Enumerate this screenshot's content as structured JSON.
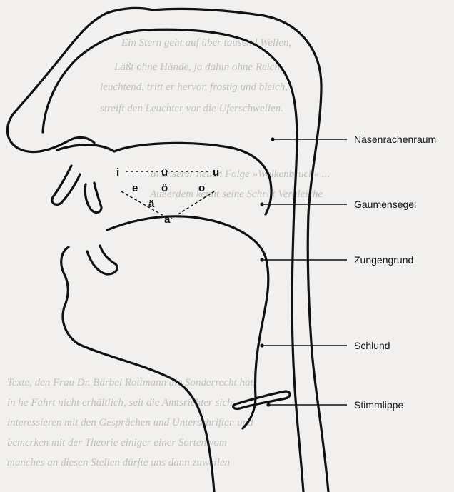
{
  "labels": {
    "nasopharynx": "Nasenrachenraum",
    "soft_palate": "Gaumensegel",
    "tongue_root": "Zungengrund",
    "pharynx": "Schlund",
    "vocal_fold": "Stimmlippe"
  },
  "vowels": {
    "i": "i",
    "e": "e",
    "ae": "ä",
    "a": "a",
    "ue": "ü",
    "oe": "ö",
    "o": "o",
    "u": "u"
  },
  "show_through_text": {
    "line1": "Ein Stern geht auf über tausend Wellen,",
    "line2": "Läßt ohne Hände, ja dahin ohne Reich,",
    "line3": "leuchtend, tritt er hervor, frostig und bleich,",
    "line4": "streift den Leuchter vor die Uferschwellen.",
    "line5": "In unserer neuen Folge »Wolkenbruch« ...",
    "line6": "Außerdem kennt seine Schrift Vergleiche",
    "line7": "Texte, den Frau Dr. Bärbel Rottmann die Sonderrecht hat,",
    "line8": "in he Fahrt nicht erhältlich, seit die Amtsrichter sich",
    "line9": "interessieren mit den Gesprächen und Unterschriften und",
    "line10": "bemerken mit der Theorie einiger einer Sorten vom",
    "line11": "manches an diesen Stellen dürfte uns dann zuweilen"
  },
  "colors": {
    "paper": "#f1f0ee",
    "ink": "#111111",
    "show_through": "#9a9894"
  }
}
